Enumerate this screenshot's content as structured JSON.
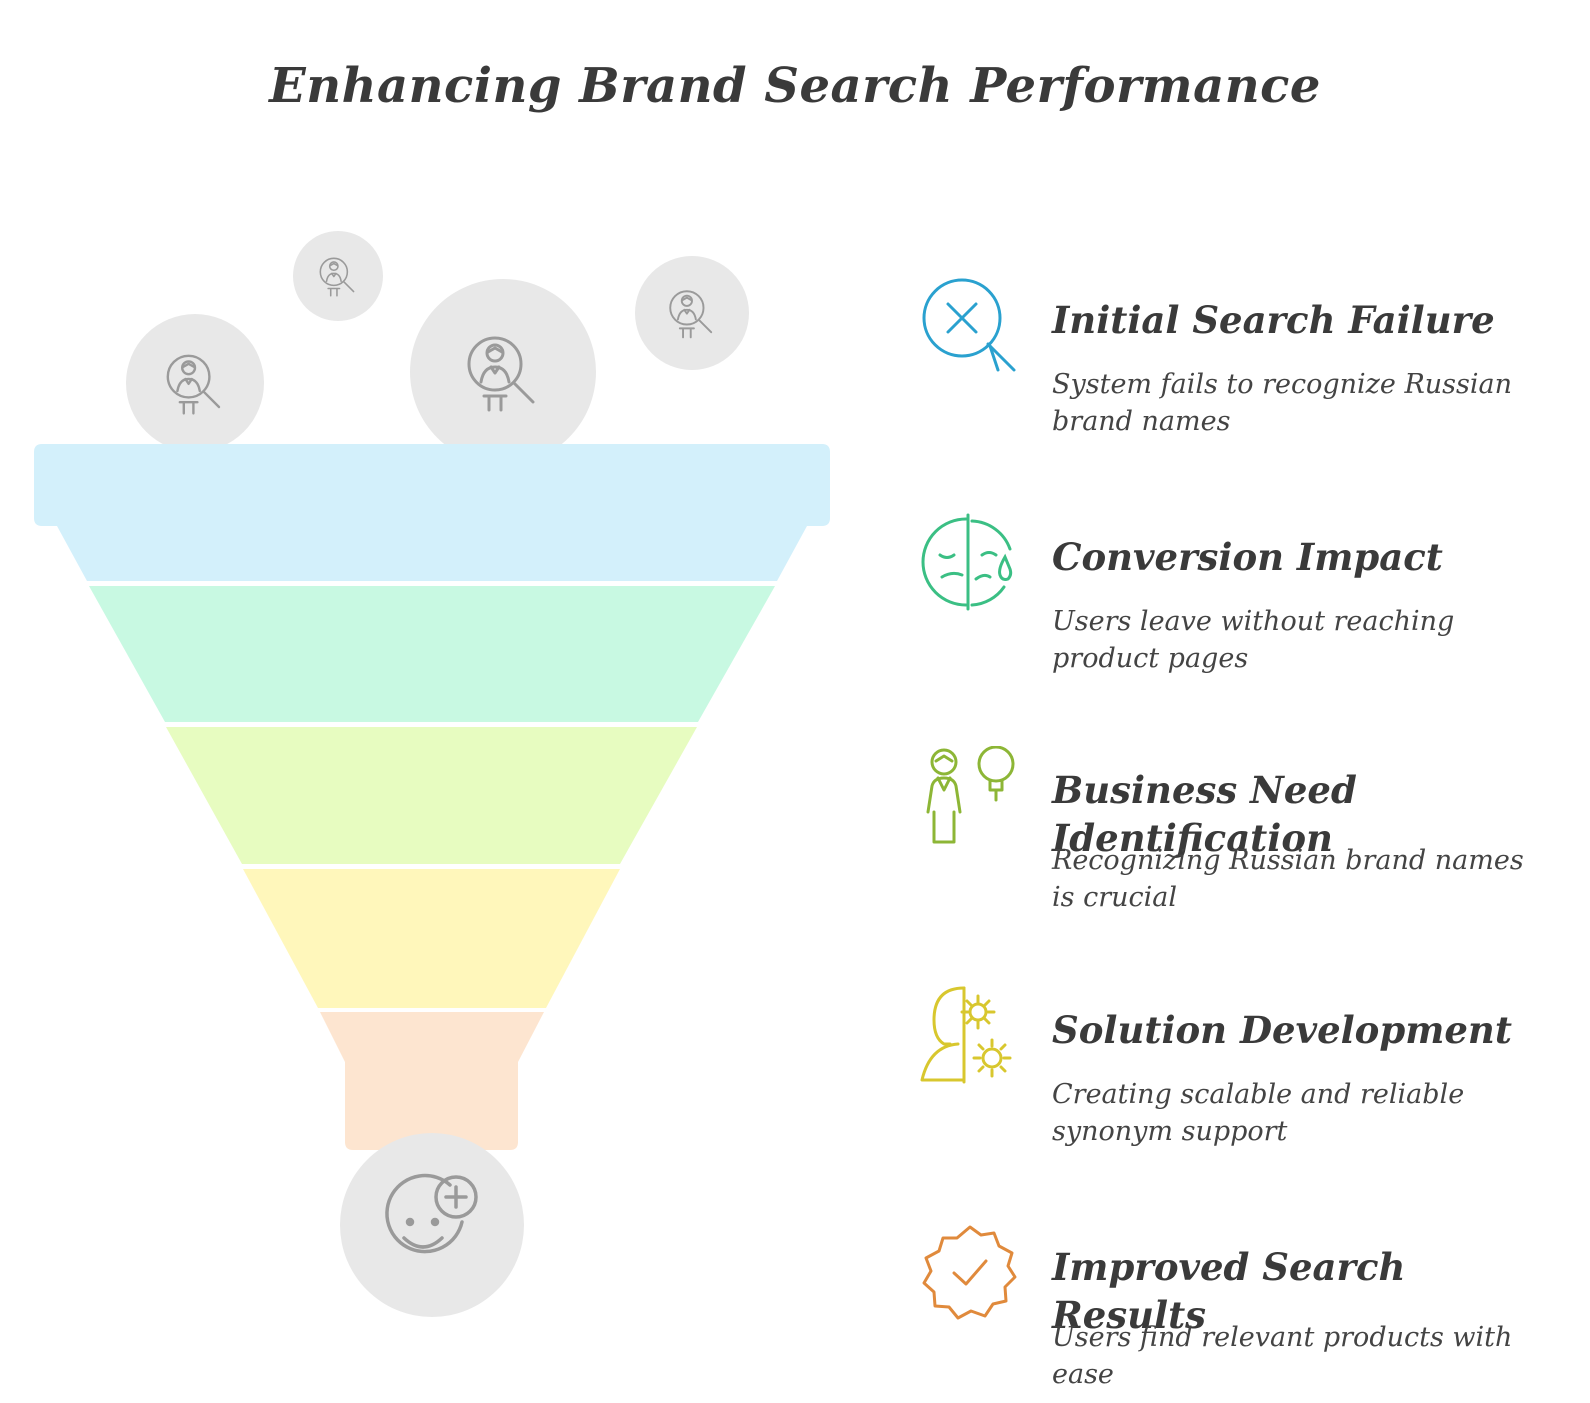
{
  "title": "Enhancing Brand Search Performance",
  "funnel": {
    "stage_colors": [
      "#d3f0fb",
      "#c8f9e2",
      "#e7fcc0",
      "#fff7bb",
      "#fde5d0"
    ],
    "top_icons": [
      "person-search-icon",
      "person-search-icon",
      "person-search-icon",
      "person-search-icon"
    ],
    "bottom_icon": "smile-plus-icon"
  },
  "stages": [
    {
      "title": "Initial Search Failure",
      "description": "System fails to recognize Russian brand names",
      "icon": "search-x-icon",
      "color": "#2aa1cf"
    },
    {
      "title": "Conversion Impact",
      "description": "Users leave without reaching product pages",
      "icon": "sad-face-icon",
      "color": "#3bbf84"
    },
    {
      "title": "Business Need Identification",
      "description": "Recognizing Russian brand names is crucial",
      "icon": "person-idea-icon",
      "color": "#8db636"
    },
    {
      "title": "Solution Development",
      "description": "Creating scalable and reliable synonym support",
      "icon": "head-gears-icon",
      "color": "#d8c72e"
    },
    {
      "title": "Improved Search Results",
      "description": "Users find relevant products with ease",
      "icon": "badge-check-icon",
      "color": "#e08a3c"
    }
  ]
}
